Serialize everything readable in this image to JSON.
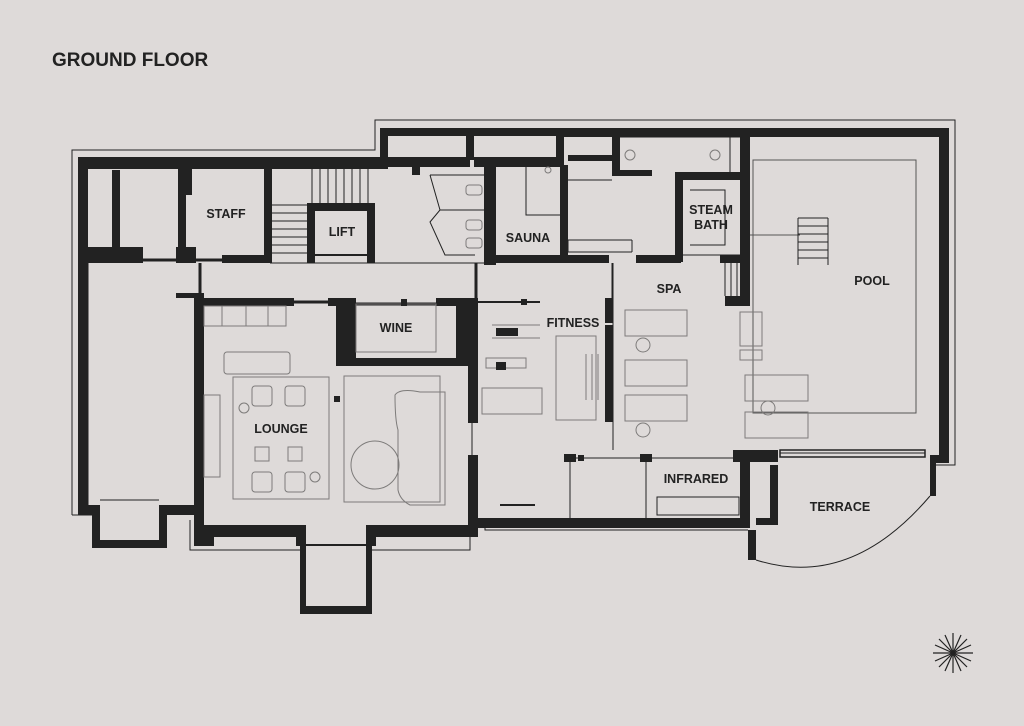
{
  "title": "GROUND FLOOR",
  "rooms": {
    "staff": "STAFF",
    "lift": "LIFT",
    "sauna": "SAUNA",
    "steam_line1": "STEAM",
    "steam_line2": "BATH",
    "pool": "POOL",
    "spa": "SPA",
    "fitness": "FITNESS",
    "wine": "WINE",
    "lounge": "LOUNGE",
    "infrared": "INFRARED",
    "terrace": "TERRACE"
  },
  "icons": {
    "compass": "compass-star-icon"
  },
  "colors": {
    "background": "#dedad9",
    "wall": "#222222",
    "furniture_line": "#7d7b7a"
  }
}
